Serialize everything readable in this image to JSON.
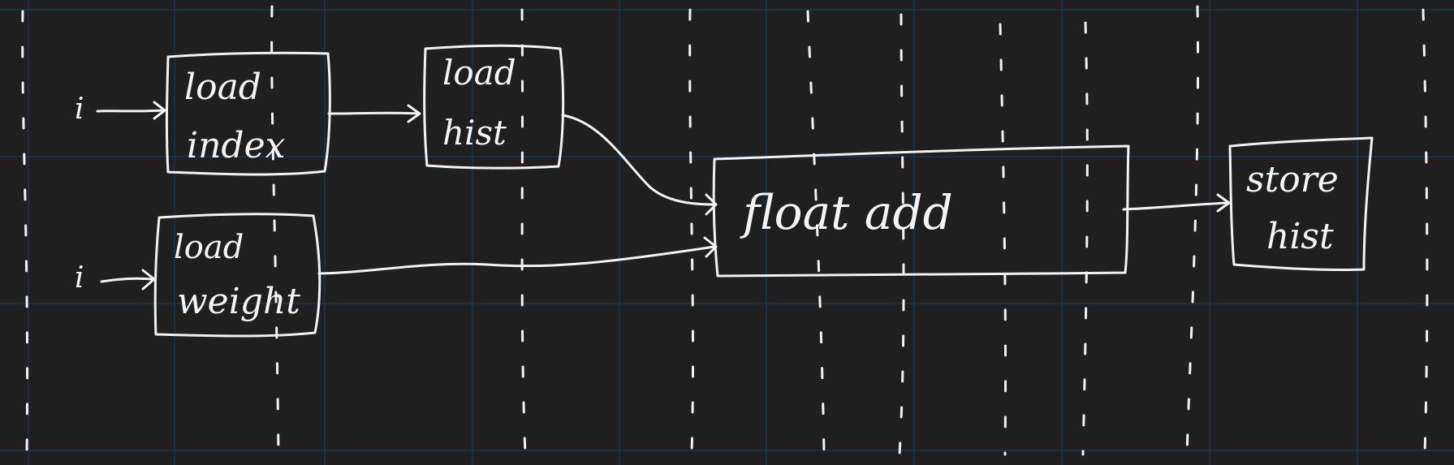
{
  "diagram": {
    "background_color": "#1f1f1f",
    "grid_color": "#1c3a52",
    "ink_color": "#f2f2f2",
    "inputs": {
      "index_input_label": "i",
      "weight_input_label": "i"
    },
    "nodes": {
      "load_index": {
        "line1": "load",
        "line2": "index"
      },
      "load_hist": {
        "line1": "load",
        "line2": "hist"
      },
      "load_weight": {
        "line1": "load",
        "line2": "weight"
      },
      "float_add": {
        "label": "float add"
      },
      "store_hist": {
        "line1": "store",
        "line2": "hist"
      }
    },
    "edges": [
      {
        "from": "i",
        "to": "load index"
      },
      {
        "from": "load index",
        "to": "load hist"
      },
      {
        "from": "load hist",
        "to": "float add"
      },
      {
        "from": "i",
        "to": "load weight"
      },
      {
        "from": "load weight",
        "to": "float add"
      },
      {
        "from": "float add",
        "to": "store hist"
      }
    ]
  }
}
